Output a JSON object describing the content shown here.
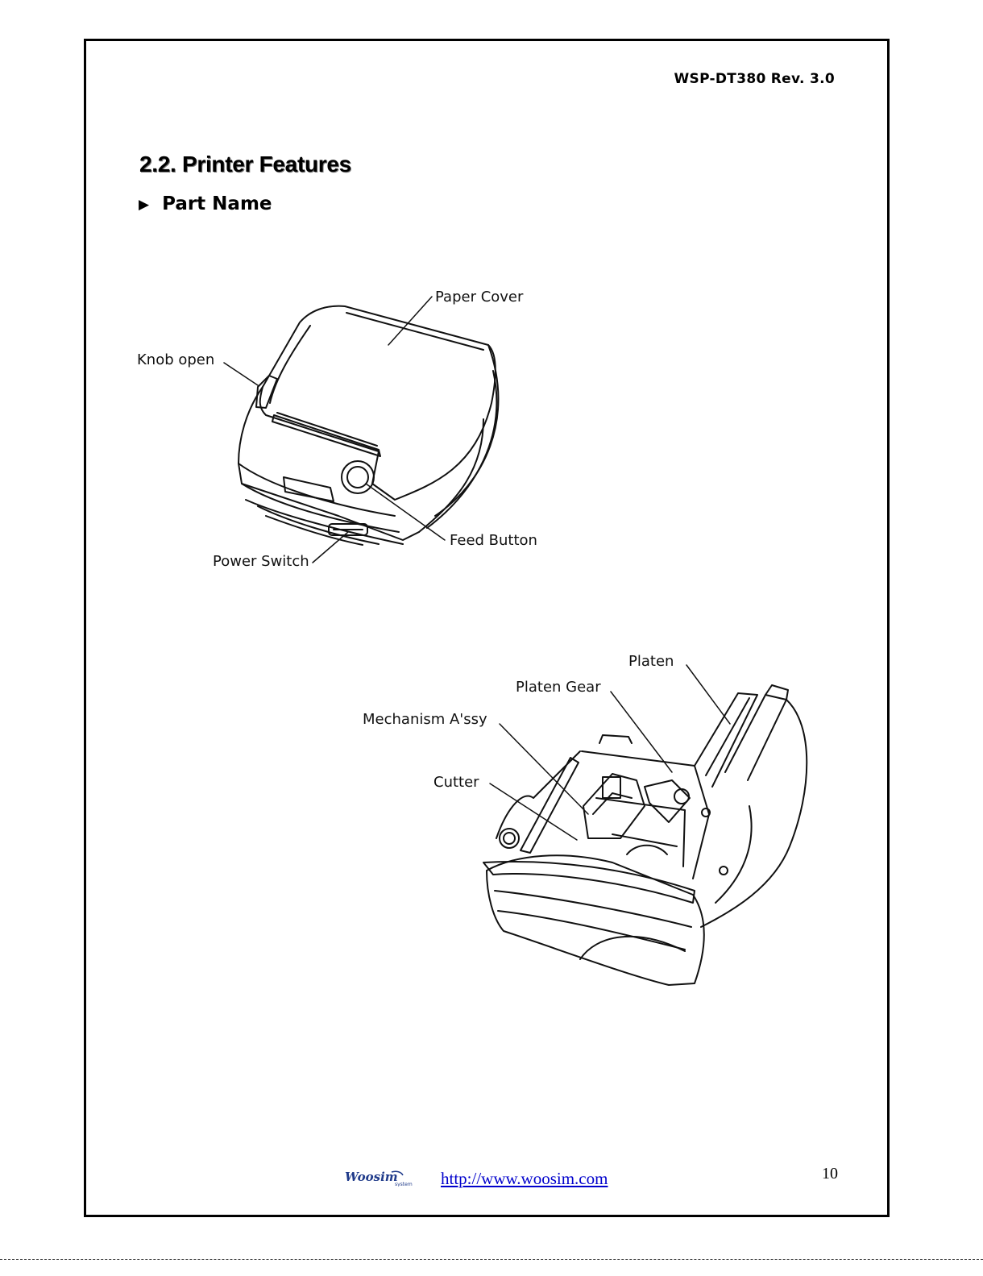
{
  "header": {
    "doc_code": "WSP-DT380 Rev. 3.0"
  },
  "section": {
    "title": "2.2. Printer Features",
    "subtitle": "Part Name",
    "bullet_icon": "triangle-right-icon"
  },
  "figure_closed": {
    "callouts": {
      "paper_cover": "Paper Cover",
      "knob_open": "Knob open",
      "feed_button": "Feed Button",
      "power_switch": "Power Switch"
    }
  },
  "figure_open": {
    "callouts": {
      "platen": "Platen",
      "platen_gear": "Platen Gear",
      "mechanism_assy": "Mechanism A'ssy",
      "cutter": "Cutter"
    }
  },
  "footer": {
    "logo_text": "Woosim",
    "logo_subtext": "system",
    "link": "http://www.woosim.com",
    "page_number": "10"
  },
  "colors": {
    "link": "#0000cc",
    "logo_blue": "#1f3a8a",
    "line_art": "#111111"
  }
}
